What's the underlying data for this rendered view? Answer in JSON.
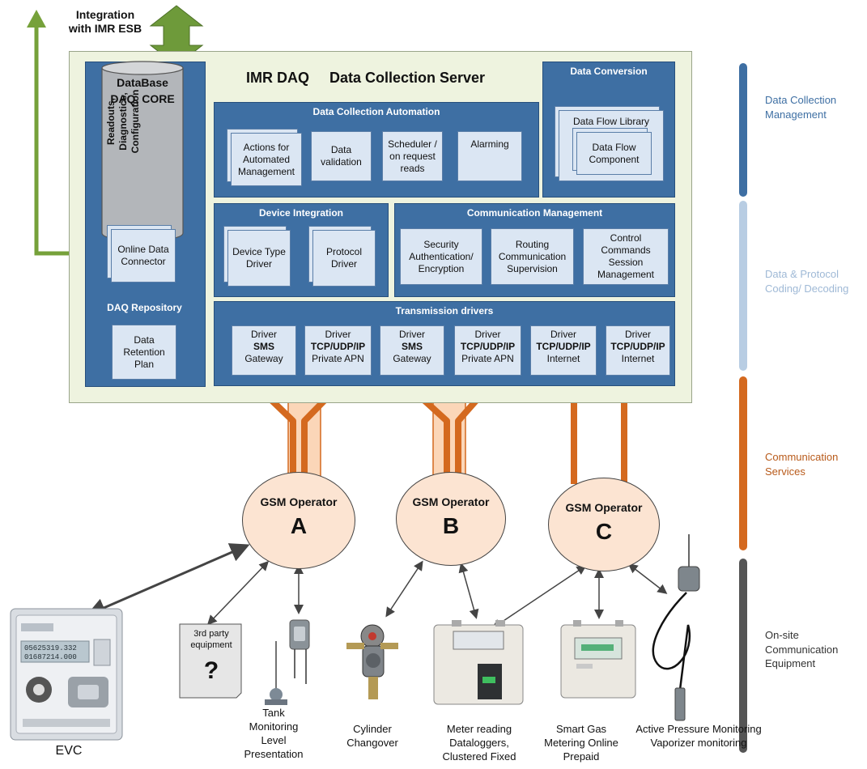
{
  "integration": {
    "line1": "Integration",
    "line2": "with IMR ESB"
  },
  "server": {
    "title": "IMR DAQ     Data Collection Server"
  },
  "database": {
    "title_line1": "DataBase",
    "title_line2": "DAQ, CORE",
    "vertical": "Readouts, Diagnostics, Configuration"
  },
  "online_connector": "Online Data Connector",
  "repository": {
    "title": "DAQ Repository",
    "retention": "Data Retention Plan"
  },
  "automation": {
    "title": "Data Collection Automation",
    "items": [
      "Actions for Automated Management",
      "Data validation",
      "Scheduler / on request reads",
      "Alarming"
    ]
  },
  "conversion": {
    "title": "Data Conversion",
    "library": "Data Flow Library",
    "component": "Data Flow Component"
  },
  "device_integration": {
    "title": "Device Integration",
    "items": [
      "Device Type Driver",
      "Protocol Driver"
    ]
  },
  "comm_mgmt": {
    "title": "Communication Management",
    "items": [
      "Security Authentication/ Encryption",
      "Routing Communication Supervision",
      "Control Commands Session Management"
    ]
  },
  "transmission": {
    "title": "Transmission drivers",
    "drivers": [
      {
        "l1": "Driver",
        "l2": "SMS",
        "l3": "Gateway"
      },
      {
        "l1": "Driver",
        "l2": "TCP/UDP/IP",
        "l3": "Private APN"
      },
      {
        "l1": "Driver",
        "l2": "SMS",
        "l3": "Gateway"
      },
      {
        "l1": "Driver",
        "l2": "TCP/UDP/IP",
        "l3": "Private APN"
      },
      {
        "l1": "Driver",
        "l2": "TCP/UDP/IP",
        "l3": "Internet"
      },
      {
        "l1": "Driver",
        "l2": "TCP/UDP/IP",
        "l3": "Internet"
      }
    ]
  },
  "operators": [
    {
      "label": "GSM Operator",
      "letter": "A"
    },
    {
      "label": "GSM Operator",
      "letter": "B"
    },
    {
      "label": "GSM Operator",
      "letter": "C"
    }
  ],
  "layers": [
    {
      "label": "Data Collection Management",
      "color": "#3e6fa3"
    },
    {
      "label": "Data & Protocol Coding/ Decoding",
      "color": "#b8cde3"
    },
    {
      "label": "Communication Services",
      "color": "#d4691f"
    },
    {
      "label": "On-site Communication Equipment",
      "color": "#555555"
    }
  ],
  "third_party": {
    "label": "3rd party equipment",
    "mark": "?"
  },
  "devices": {
    "evc": "EVC",
    "tank": "Tank Monitoring Level Presentation",
    "cylinder": "Cylinder Changover",
    "meter": "Meter reading Dataloggers, Clustered Fixed",
    "smart": "Smart Gas Metering Online Prepaid",
    "pressure": "Active Pressure Monitoring Vaporizer monitoring"
  },
  "evc_screen": {
    "line1": "05625319.332",
    "line2": "01687214.000"
  },
  "colors": {
    "panel": "#3e6fa3",
    "card": "#dbe6f3",
    "server_bg": "#eef3df",
    "orange": "#d4691f",
    "green": "#76a13a"
  }
}
